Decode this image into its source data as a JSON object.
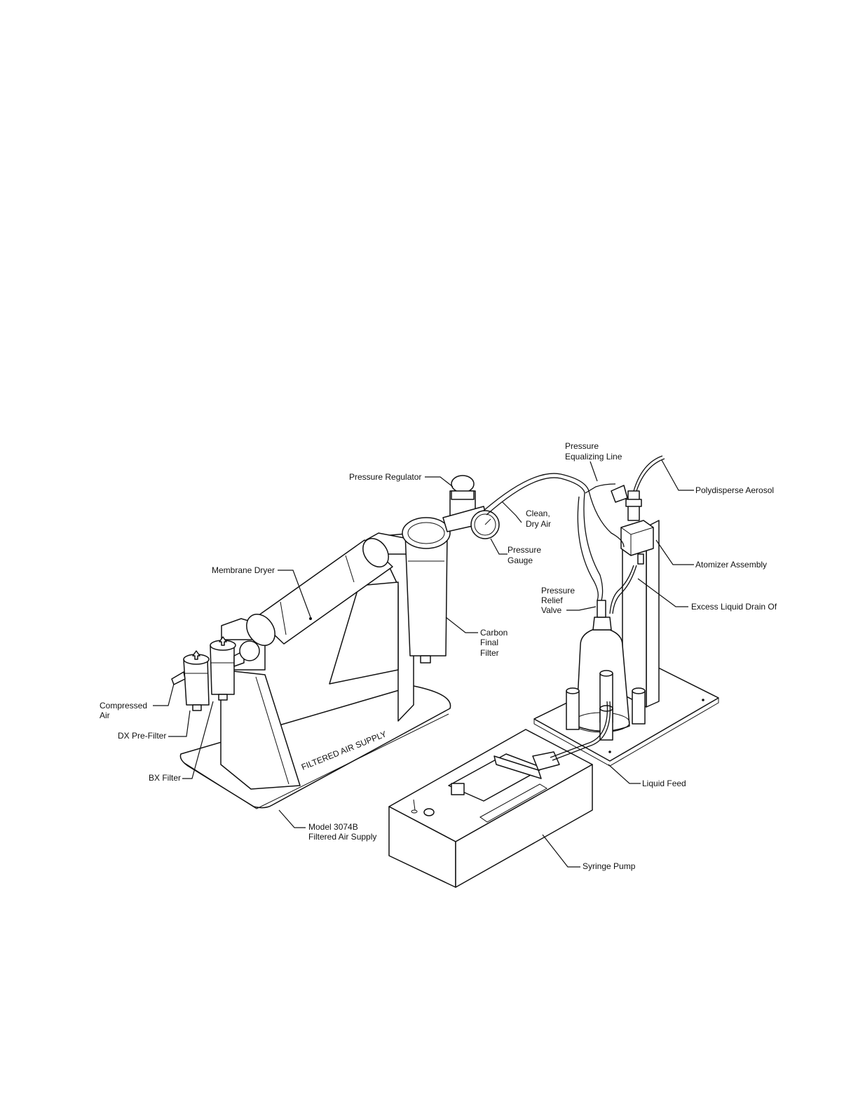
{
  "labels": {
    "pressure_regulator": "Pressure Regulator",
    "pressure_equalizing_line_1": "Pressure",
    "pressure_equalizing_line_2": "Equalizing Line",
    "polydisperse_aerosol": "Polydisperse Aerosol",
    "clean_dry_air_1": "Clean,",
    "clean_dry_air_2": "Dry Air",
    "pressure_gauge_1": "Pressure",
    "pressure_gauge_2": "Gauge",
    "atomizer_assembly": "Atomizer Assembly",
    "membrane_dryer": "Membrane Dryer",
    "pressure_relief_valve_1": "Pressure",
    "pressure_relief_valve_2": "Relief",
    "pressure_relief_valve_3": "Valve",
    "excess_liquid_drain": "Excess Liquid Drain Of",
    "carbon_final_filter_1": "Carbon",
    "carbon_final_filter_2": "Final",
    "carbon_final_filter_3": "Filter",
    "compressed_air_1": "Compressed",
    "compressed_air_2": "Air",
    "dx_pre_filter": "DX Pre-Filter",
    "bx_filter": "BX Filter",
    "liquid_feed": "Liquid Feed",
    "model_1": "Model 3074B",
    "model_2": "Filtered Air Supply",
    "syringe_pump": "Syringe Pump"
  },
  "base_plate_text": "FILTERED AIR SUPPLY"
}
